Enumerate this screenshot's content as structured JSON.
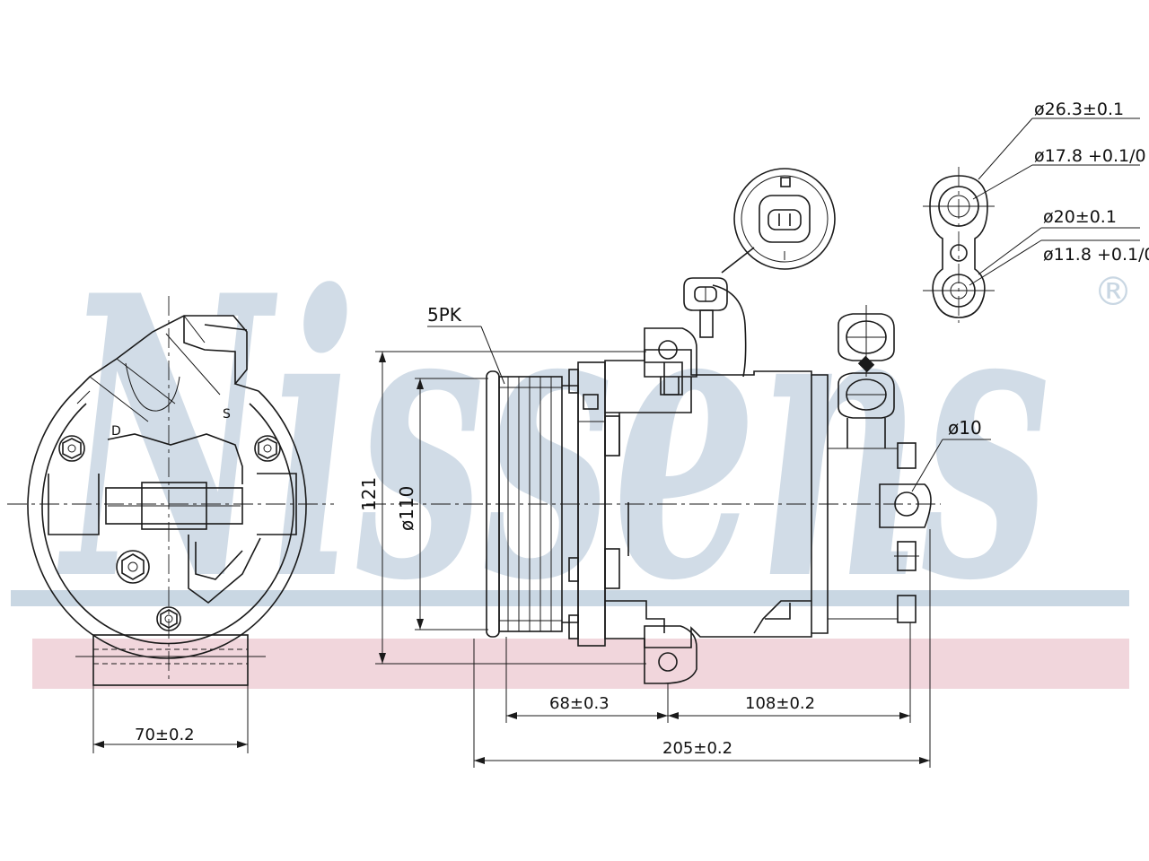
{
  "watermark": {
    "brand": "Nissens",
    "registered": "®",
    "text_color": "#c9d7e3",
    "band_blue": "#c9d7e3",
    "band_pink": "#f1d6dc"
  },
  "labels": {
    "pulley": "5PK",
    "pulley_dia": "ø110",
    "height": "121",
    "mount_hole": "ø10",
    "width_side": "70±0.2",
    "dist_68": "68±0.3",
    "dist_108": "108±0.2",
    "overall_length": "205±0.2",
    "port1_outer": "ø26.3±0.1",
    "port1_inner": "ø17.8 +0.1/0",
    "port2_outer": "ø20±0.1",
    "port2_inner": "ø11.8 +0.1/0",
    "side_mark_d": "D",
    "side_mark_s": "S"
  },
  "colors": {
    "line": "#1a1a1a"
  }
}
